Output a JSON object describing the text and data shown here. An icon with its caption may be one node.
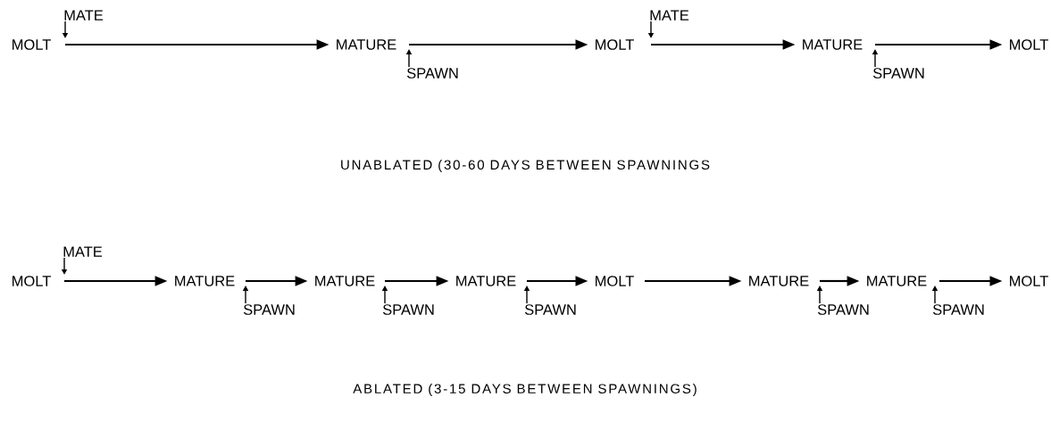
{
  "diagram": {
    "nodes": [
      {
        "text": [
          "MOLT"
        ]
      },
      {
        "text": [
          "MATE"
        ]
      },
      {
        "text": [
          "MATURE"
        ]
      },
      {
        "text": [
          "SPAWN"
        ]
      },
      {
        "text": [
          "MOLT"
        ]
      },
      {
        "text": [
          "MATE"
        ]
      },
      {
        "text": [
          "MATURE"
        ]
      },
      {
        "text": [
          "SPAWN"
        ]
      },
      {
        "text": [
          "MOLT"
        ]
      },
      {
        "text": [
          "MOLT"
        ]
      },
      {
        "text": [
          "MATE"
        ]
      },
      {
        "text": [
          "MATURE"
        ]
      },
      {
        "text": [
          "SPAWN"
        ]
      },
      {
        "text": [
          "MATURE"
        ]
      },
      {
        "text": [
          "SPAWN"
        ]
      },
      {
        "text": [
          "MATURE"
        ]
      },
      {
        "text": [
          "SPAWN"
        ]
      },
      {
        "text": [
          "MOLT"
        ]
      },
      {
        "text": [
          "MATURE"
        ]
      },
      {
        "text": [
          "SPAWN"
        ]
      },
      {
        "text": [
          "MATURE"
        ]
      },
      {
        "text": [
          "SPAWN"
        ]
      },
      {
        "text": [
          "MOLT"
        ]
      }
    ],
    "edges": [
      {
        "from": 0,
        "to": 2,
        "arrow": "to"
      },
      {
        "from": 2,
        "to": 4,
        "arrow": "to"
      },
      {
        "from": 4,
        "to": 6,
        "arrow": "to"
      },
      {
        "from": 6,
        "to": 8,
        "arrow": "to"
      },
      {
        "from": 1,
        "to": 0,
        "arrow": "to"
      },
      {
        "from": 3,
        "to": 2,
        "arrow": "to"
      },
      {
        "from": 5,
        "to": 4,
        "arrow": "to"
      },
      {
        "from": 7,
        "to": 6,
        "arrow": "to"
      },
      {
        "from": 9,
        "to": 11,
        "arrow": "to"
      },
      {
        "from": 11,
        "to": 13,
        "arrow": "to"
      },
      {
        "from": 13,
        "to": 15,
        "arrow": "to"
      },
      {
        "from": 15,
        "to": 17,
        "arrow": "to"
      },
      {
        "from": 17,
        "to": 18,
        "arrow": "to"
      },
      {
        "from": 18,
        "to": 20,
        "arrow": "to"
      },
      {
        "from": 20,
        "to": 22,
        "arrow": "to"
      },
      {
        "from": 10,
        "to": 9,
        "arrow": "to"
      },
      {
        "from": 12,
        "to": 11,
        "arrow": "to"
      },
      {
        "from": 14,
        "to": 13,
        "arrow": "to"
      },
      {
        "from": 16,
        "to": 15,
        "arrow": "to"
      },
      {
        "from": 19,
        "to": 18,
        "arrow": "to"
      },
      {
        "from": 21,
        "to": 20,
        "arrow": "to"
      }
    ],
    "labels": [
      "UNABLATED (30-60 DAYS BETWEEN SPAWNINGS",
      "ABLATED (3-15 DAYS BETWEEN SPAWNINGS)"
    ]
  }
}
